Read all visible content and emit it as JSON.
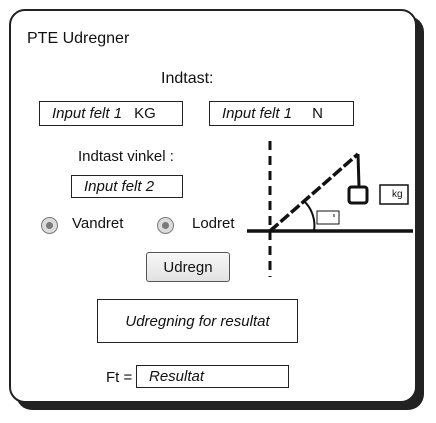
{
  "window": {
    "title": "PTE Udregner"
  },
  "header": {
    "input_heading": "Indtast:"
  },
  "inputs": {
    "mass_value": "Input felt 1",
    "mass_unit": "KG",
    "force_value": "Input felt 1",
    "force_unit": "N",
    "angle_label": "Indtast vinkel :",
    "angle_value": "Input felt 2"
  },
  "orientation": {
    "options": [
      {
        "label": "Vandret",
        "selected": false
      },
      {
        "label": "Lodret",
        "selected": false
      }
    ]
  },
  "actions": {
    "calculate_label": "Udregn"
  },
  "output": {
    "calculation_text": "Udregning for resultat",
    "result_label": "Ft =",
    "result_value": "Resultat"
  },
  "diagram": {
    "weight_unit": "kg"
  },
  "colors": {
    "border": "#222222",
    "radio": "#7a7a7a",
    "background": "#ffffff"
  }
}
